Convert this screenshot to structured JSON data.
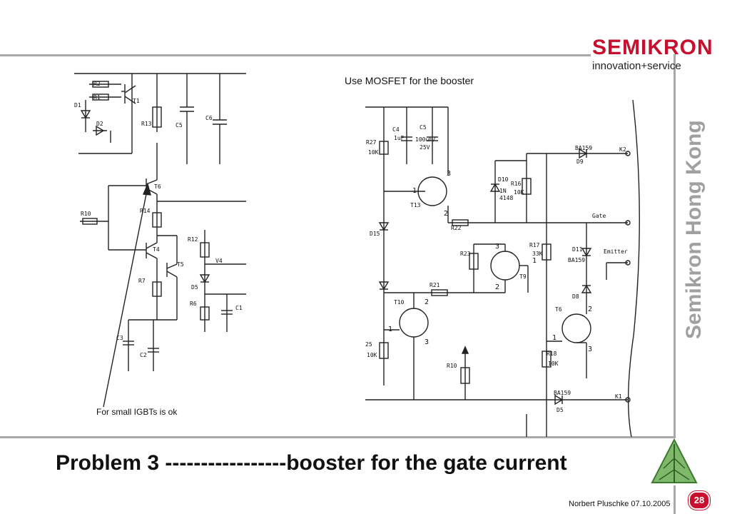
{
  "brand": {
    "name": "SEMIKRON",
    "tagline": "innovation+service",
    "accent": "#c8102e"
  },
  "side_label": "Semikron Hong Kong",
  "notes": {
    "top": "Use MOSFET for the booster",
    "bottom": "For small IGBTs is ok"
  },
  "title": "Problem 3 -----------------booster for the gate current",
  "footer": {
    "author_date": "Norbert Pluschke  07.10.2005",
    "page": "28"
  },
  "left_circuit_labels": [
    "R2",
    "R1",
    "T1",
    "D1",
    "D2",
    "R13",
    "C5",
    "C6",
    "T6",
    "R10",
    "R14",
    "T4",
    "T5",
    "R7",
    "R12",
    "V4",
    "D5",
    "R6",
    "C1",
    "C3",
    "C2"
  ],
  "right_circuit_labels": [
    "R27",
    "10K",
    "C4",
    "1uF",
    "C5",
    "100uF/",
    "25V",
    "D10",
    "1N",
    "4148",
    "R16",
    "10K",
    "BA159",
    "D9",
    "K2",
    "T13",
    "Gate",
    "R22",
    "D15",
    "R23",
    "R17",
    "33K",
    "D11",
    "BA159",
    "Emitter",
    "T9",
    "R21",
    "D8",
    "T10",
    "T6",
    "25",
    "10K",
    "R18",
    "10K",
    "R10",
    "BA159",
    "D5",
    "K1"
  ]
}
